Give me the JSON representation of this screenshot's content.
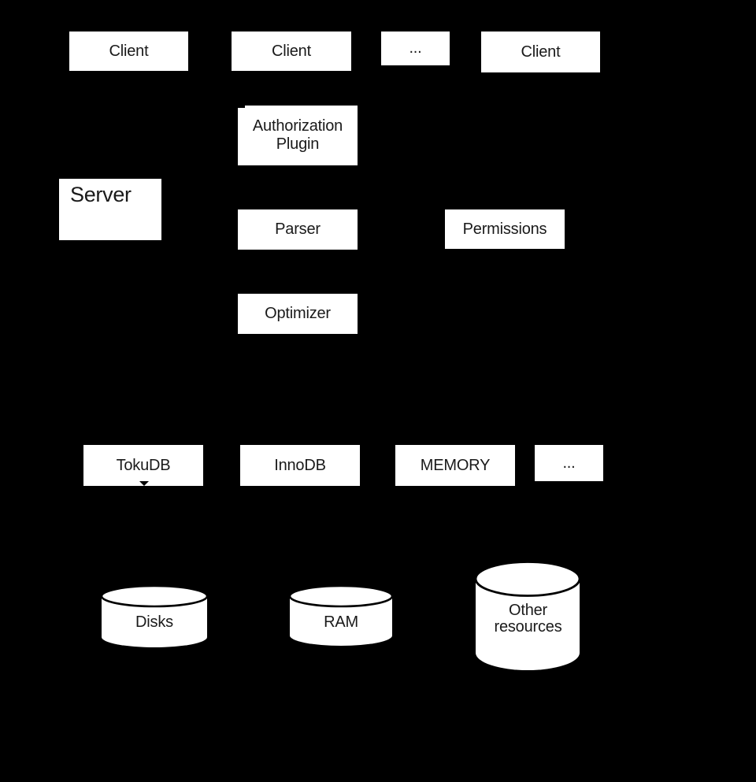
{
  "palette": {
    "background": "#000000",
    "node_fill": "#ffffff",
    "node_text": "#1a1a1a",
    "connector_color": "#000000"
  },
  "nodes": {
    "client_1": {
      "label": "Client"
    },
    "client_2": {
      "label": "Client"
    },
    "client_more": {
      "label": "..."
    },
    "client_3": {
      "label": "Client"
    },
    "auth_plugin": {
      "label": "Authorization Plugin"
    },
    "server": {
      "label": "Server"
    },
    "parser": {
      "label": "Parser"
    },
    "permissions": {
      "label": "Permissions"
    },
    "optimizer": {
      "label": "Optimizer"
    },
    "tokudb": {
      "label": "TokuDB"
    },
    "innodb": {
      "label": "InnoDB"
    },
    "memory": {
      "label": "MEMORY"
    },
    "engine_more": {
      "label": "..."
    }
  },
  "resources": {
    "disks": {
      "label": "Disks"
    },
    "ram": {
      "label": "RAM"
    },
    "other": {
      "label": "Other resources"
    }
  }
}
